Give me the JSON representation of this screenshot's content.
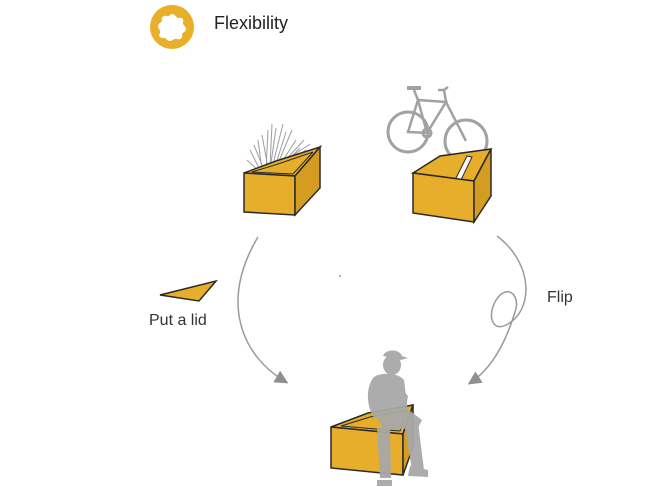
{
  "header": {
    "title": "Flexibility",
    "badge_icon": "puzzle-gear-icon"
  },
  "labels": {
    "lid": "Put a lid",
    "flip": "Flip"
  },
  "colors": {
    "accent": "#E8B02A",
    "box_face": "#E6AE2A",
    "box_side": "#D49C20",
    "outline": "#2a2a2a",
    "silhouette": "#A8A8A8",
    "arrow": "#9A9A9A"
  },
  "items": [
    {
      "name": "planter-box",
      "icon": "plant-icon"
    },
    {
      "name": "bike-rack-box",
      "icon": "bicycle-icon"
    },
    {
      "name": "bench-box",
      "icon": "sitting-person-icon"
    },
    {
      "name": "lid-piece",
      "icon": "triangle-lid-icon"
    }
  ]
}
